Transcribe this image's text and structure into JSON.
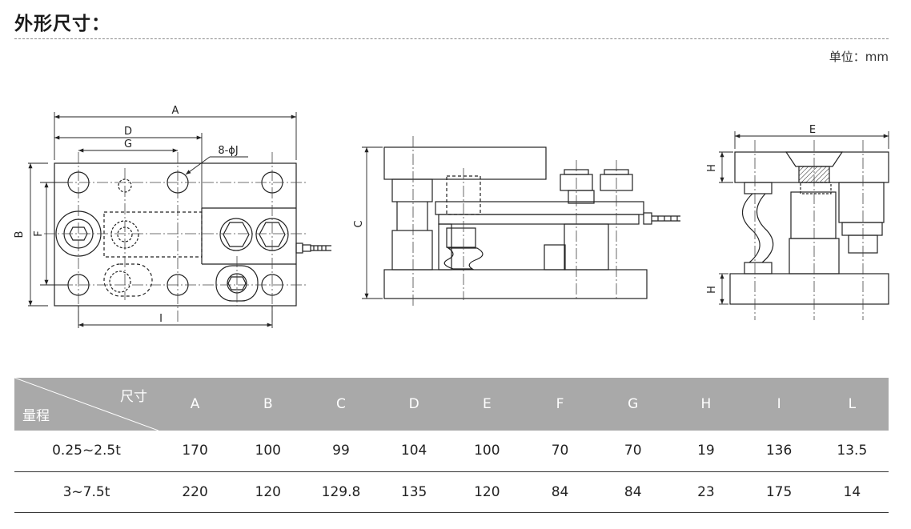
{
  "title": "外形尺寸：",
  "unit_label": "单位：mm",
  "drawing_labels": {
    "a": "A",
    "b": "B",
    "c": "C",
    "d": "D",
    "e": "E",
    "f": "F",
    "g": "G",
    "h": "H",
    "i": "I",
    "hole": "8-ϕJ"
  },
  "table": {
    "corner_top": "尺寸",
    "corner_bottom": "量程",
    "columns": [
      "A",
      "B",
      "C",
      "D",
      "E",
      "F",
      "G",
      "H",
      "I",
      "L"
    ],
    "rows": [
      {
        "range": "0.25~2.5t",
        "values": [
          "170",
          "100",
          "99",
          "104",
          "100",
          "70",
          "70",
          "19",
          "136",
          "13.5"
        ]
      },
      {
        "range": "3~7.5t",
        "values": [
          "220",
          "120",
          "129.8",
          "135",
          "120",
          "84",
          "84",
          "23",
          "175",
          "14"
        ]
      }
    ]
  }
}
